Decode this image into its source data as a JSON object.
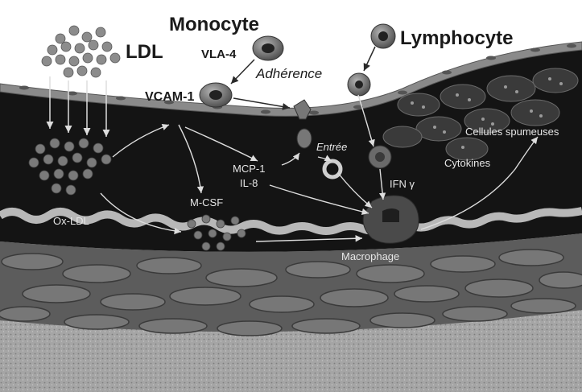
{
  "labels": {
    "ldl": "LDL",
    "monocyte": "Monocyte",
    "vla4": "VLA-4",
    "adherence": "Adhérence",
    "vcam1": "VCAM-1",
    "lymphocyte": "Lymphocyte",
    "cellules_spumeuses": "Cellules spumeuses",
    "entree": "Entrée",
    "cytokines": "Cytokines",
    "mcp1": "MCP-1",
    "il8": "IL-8",
    "ifn": "IFN γ",
    "mcsf": "M-CSF",
    "oxldl": "Ox-LDL",
    "macrophage": "Macrophage"
  },
  "colors": {
    "intima": "#141414",
    "endothelium": "#8a8a8a",
    "lamina": "#b3b3b3",
    "media": "#5a5a5a",
    "adventitia": "#9a9a9a",
    "particles": "#8c8c8c"
  }
}
